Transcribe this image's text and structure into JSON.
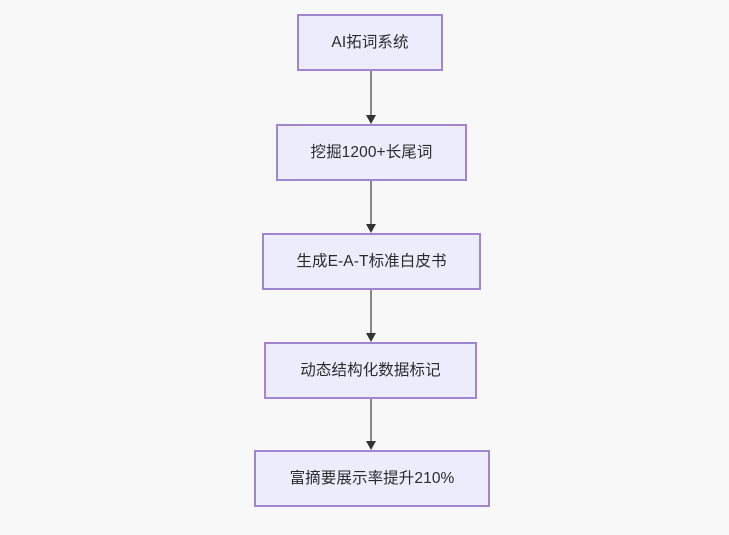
{
  "diagram": {
    "type": "flowchart",
    "orientation": "top-to-bottom",
    "background_color": "#f8f8f8",
    "node_fill_color": "#ececfd",
    "node_border_color": "#9e86d0",
    "node_text_color": "#2b2b2b",
    "connector_line_color": "#888888",
    "connector_arrow_color": "#333333",
    "nodes": [
      {
        "id": "node-1",
        "label": "AI拓词系统"
      },
      {
        "id": "node-2",
        "label": "挖掘1200+长尾词"
      },
      {
        "id": "node-3",
        "label": "生成E-A-T标准白皮书"
      },
      {
        "id": "node-4",
        "label": "动态结构化数据标记"
      },
      {
        "id": "node-5",
        "label": "富摘要展示率提升210%"
      }
    ],
    "edges": [
      {
        "id": "connector-1",
        "from": "node-1",
        "to": "node-2",
        "arrow": "down-arrowhead"
      },
      {
        "id": "connector-2",
        "from": "node-2",
        "to": "node-3",
        "arrow": "down-arrowhead"
      },
      {
        "id": "connector-3",
        "from": "node-3",
        "to": "node-4",
        "arrow": "down-arrowhead"
      },
      {
        "id": "connector-4",
        "from": "node-4",
        "to": "node-5",
        "arrow": "down-arrowhead"
      }
    ]
  }
}
